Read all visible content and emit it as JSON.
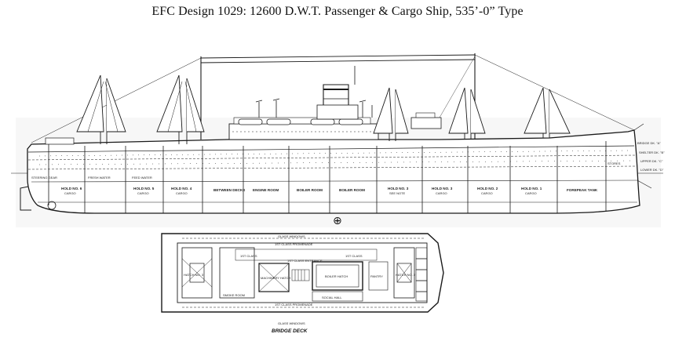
{
  "title": "EFC Design 1029:  12600 D.W.T. Passenger & Cargo Ship, 535’-0” Type",
  "profile": {
    "holds_aft": [
      {
        "name": "HOLD NO. 6",
        "sub": "CARGO"
      },
      {
        "name": "HOLD NO. 5",
        "sub": "CARGO"
      },
      {
        "name": "HOLD NO. 4",
        "sub": "CARGO"
      }
    ],
    "engine_room": "ENGINE ROOM",
    "boiler_room_1": "BOILER ROOM",
    "boiler_room_2": "BOILER ROOM",
    "holds_fwd": [
      {
        "name": "HOLD NO. 3",
        "sub": "SEE NOTE"
      },
      {
        "name": "HOLD NO. 3",
        "sub": "CARGO"
      },
      {
        "name": "HOLD NO. 2",
        "sub": "CARGO"
      },
      {
        "name": "HOLD NO. 1",
        "sub": "CARGO"
      }
    ],
    "fore_peak": "FOREPEAK TANK",
    "steering_gear": "STEERING GEAR",
    "fresh_water": "FRESH WATER",
    "feed_water": "FEED WATER",
    "between_decks": "BETWEEN DECKS",
    "stores": "STORES",
    "deck_labels": [
      "BRIDGE DK. \"A\"",
      "SHELTER DK. \"B\"",
      "UPPER DK. \"C\"",
      "LOWER DK. \"D\""
    ],
    "midship_symbol": "⊕"
  },
  "plan": {
    "glass_windows_top": "GLASS WINDOWS",
    "glass_windows_bottom": "GLASS WINDOWS",
    "promenade_top": "1ST CLASS PROMENADE",
    "promenade_bottom": "1ST CLASS PROMENADE",
    "first_class_left": "1ST CLASS",
    "first_class_right": "1ST CLASS",
    "entrance": "1ST CLASS ENTRANCE",
    "machinery_hatch": "MACHINERY HATCH",
    "boiler_hatch": "BOILER HATCH",
    "hatch_left": "HATCH NO. 3",
    "hatch_right": "HATCH NO. 2",
    "smoke_room": "SMOKE ROOM",
    "social_hall": "SOCIAL HALL",
    "pantry": "PANTRY",
    "deck_name": "BRIDGE DECK"
  },
  "colors": {
    "ink": "#1a1a1a",
    "paper": "#ffffff",
    "shade": "#6a6a6a"
  }
}
